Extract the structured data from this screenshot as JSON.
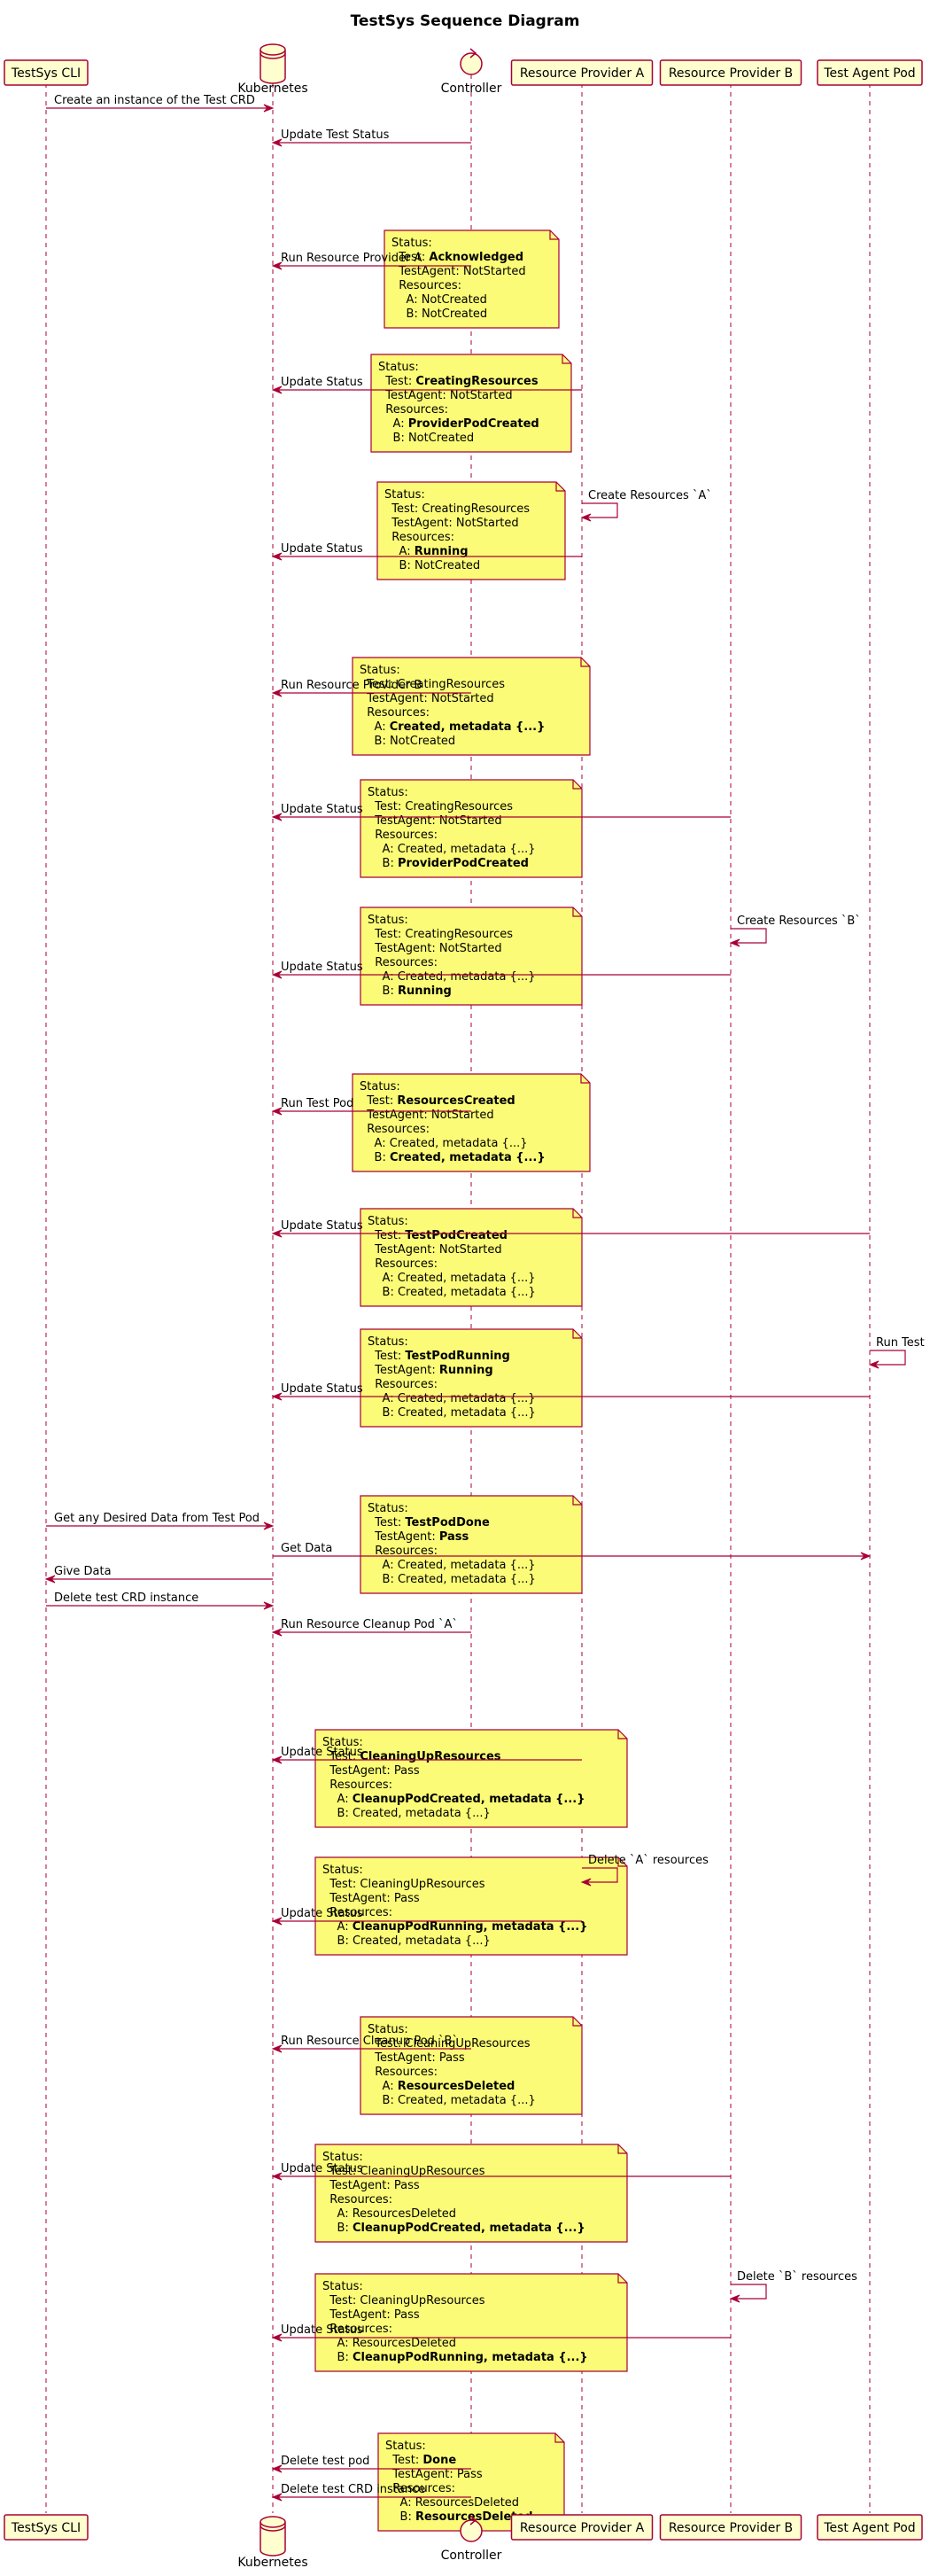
{
  "title": "TestSys Sequence Diagram",
  "colors": {
    "line": "#A80036",
    "box_fill": "#FEFECE",
    "note_fill": "#FBFB77",
    "text": "#000000"
  },
  "participants": [
    {
      "id": "cli",
      "label": "TestSys CLI",
      "kind": "box"
    },
    {
      "id": "k8s",
      "label": "Kubernetes",
      "kind": "database"
    },
    {
      "id": "ctrl",
      "label": "Controller",
      "kind": "control"
    },
    {
      "id": "rpa",
      "label": "Resource Provider A",
      "kind": "box"
    },
    {
      "id": "rpb",
      "label": "Resource Provider B",
      "kind": "box"
    },
    {
      "id": "tap",
      "label": "Test Agent Pod",
      "kind": "box"
    }
  ],
  "steps": [
    {
      "type": "msg",
      "from": "cli",
      "to": "k8s",
      "label": "Create an instance of the Test CRD"
    },
    {
      "type": "msg",
      "from": "ctrl",
      "to": "k8s",
      "label": "Update Test Status"
    },
    {
      "type": "note",
      "over": "ctrl",
      "lines": [
        [
          [
            "Status:",
            false
          ]
        ],
        [
          [
            "  Test: ",
            false
          ],
          [
            "Acknowledged",
            true
          ]
        ],
        [
          [
            "  TestAgent: NotStarted",
            false
          ]
        ],
        [
          [
            "  Resources:",
            false
          ]
        ],
        [
          [
            "    A: NotCreated",
            false
          ]
        ],
        [
          [
            "    B: NotCreated",
            false
          ]
        ]
      ]
    },
    {
      "type": "msg",
      "from": "ctrl",
      "to": "k8s",
      "label": "Run Resource Provider A"
    },
    {
      "type": "note",
      "over": "ctrl",
      "lines": [
        [
          [
            "Status:",
            false
          ]
        ],
        [
          [
            "  Test: ",
            false
          ],
          [
            "CreatingResources",
            true
          ]
        ],
        [
          [
            "  TestAgent: NotStarted",
            false
          ]
        ],
        [
          [
            "  Resources:",
            false
          ]
        ],
        [
          [
            "    A: ",
            false
          ],
          [
            "ProviderPodCreated",
            true
          ]
        ],
        [
          [
            "    B: NotCreated",
            false
          ]
        ]
      ]
    },
    {
      "type": "msg",
      "from": "rpa",
      "to": "k8s",
      "label": "Update Status"
    },
    {
      "type": "note",
      "over": "ctrl",
      "lines": [
        [
          [
            "Status:",
            false
          ]
        ],
        [
          [
            "  Test: CreatingResources",
            false
          ]
        ],
        [
          [
            "  TestAgent: NotStarted",
            false
          ]
        ],
        [
          [
            "  Resources:",
            false
          ]
        ],
        [
          [
            "    A: ",
            false
          ],
          [
            "Running",
            true
          ]
        ],
        [
          [
            "    B: NotCreated",
            false
          ]
        ]
      ]
    },
    {
      "type": "self",
      "at": "rpa",
      "label": "Create Resources `A`"
    },
    {
      "type": "msg",
      "from": "rpa",
      "to": "k8s",
      "label": "Update Status"
    },
    {
      "type": "note",
      "over": "ctrl",
      "lines": [
        [
          [
            "Status:",
            false
          ]
        ],
        [
          [
            "  Test: CreatingResources",
            false
          ]
        ],
        [
          [
            "  TestAgent: NotStarted",
            false
          ]
        ],
        [
          [
            "  Resources:",
            false
          ]
        ],
        [
          [
            "    A: ",
            false
          ],
          [
            "Created, metadata {...}",
            true
          ]
        ],
        [
          [
            "    B: NotCreated",
            false
          ]
        ]
      ]
    },
    {
      "type": "msg",
      "from": "ctrl",
      "to": "k8s",
      "label": "Run Resource Provider B"
    },
    {
      "type": "note",
      "over": "ctrl",
      "lines": [
        [
          [
            "Status:",
            false
          ]
        ],
        [
          [
            "  Test: CreatingResources",
            false
          ]
        ],
        [
          [
            "  TestAgent: NotStarted",
            false
          ]
        ],
        [
          [
            "  Resources:",
            false
          ]
        ],
        [
          [
            "    A: Created, metadata {...}",
            false
          ]
        ],
        [
          [
            "    B: ",
            false
          ],
          [
            "ProviderPodCreated",
            true
          ]
        ]
      ]
    },
    {
      "type": "msg",
      "from": "rpb",
      "to": "k8s",
      "label": "Update Status"
    },
    {
      "type": "note",
      "over": "ctrl",
      "lines": [
        [
          [
            "Status:",
            false
          ]
        ],
        [
          [
            "  Test: CreatingResources",
            false
          ]
        ],
        [
          [
            "  TestAgent: NotStarted",
            false
          ]
        ],
        [
          [
            "  Resources:",
            false
          ]
        ],
        [
          [
            "    A: Created, metadata {...}",
            false
          ]
        ],
        [
          [
            "    B: ",
            false
          ],
          [
            "Running",
            true
          ]
        ]
      ]
    },
    {
      "type": "self",
      "at": "rpb",
      "label": "Create Resources `B`"
    },
    {
      "type": "msg",
      "from": "rpb",
      "to": "k8s",
      "label": "Update Status"
    },
    {
      "type": "note",
      "over": "ctrl",
      "lines": [
        [
          [
            "Status:",
            false
          ]
        ],
        [
          [
            "  Test: ",
            false
          ],
          [
            "ResourcesCreated",
            true
          ]
        ],
        [
          [
            "  TestAgent: NotStarted",
            false
          ]
        ],
        [
          [
            "  Resources:",
            false
          ]
        ],
        [
          [
            "    A: Created, metadata {...}",
            false
          ]
        ],
        [
          [
            "    B: ",
            false
          ],
          [
            "Created, metadata {...}",
            true
          ]
        ]
      ]
    },
    {
      "type": "msg",
      "from": "ctrl",
      "to": "k8s",
      "label": "Run Test Pod"
    },
    {
      "type": "note",
      "over": "ctrl",
      "lines": [
        [
          [
            "Status:",
            false
          ]
        ],
        [
          [
            "  Test: ",
            false
          ],
          [
            "TestPodCreated",
            true
          ]
        ],
        [
          [
            "  TestAgent: NotStarted",
            false
          ]
        ],
        [
          [
            "  Resources:",
            false
          ]
        ],
        [
          [
            "    A: Created, metadata {...}",
            false
          ]
        ],
        [
          [
            "    B: Created, metadata {...}",
            false
          ]
        ]
      ]
    },
    {
      "type": "msg",
      "from": "tap",
      "to": "k8s",
      "label": "Update Status"
    },
    {
      "type": "note",
      "over": "ctrl",
      "lines": [
        [
          [
            "Status:",
            false
          ]
        ],
        [
          [
            "  Test: ",
            false
          ],
          [
            "TestPodRunning",
            true
          ]
        ],
        [
          [
            "  TestAgent: ",
            false
          ],
          [
            "Running",
            true
          ]
        ],
        [
          [
            "  Resources:",
            false
          ]
        ],
        [
          [
            "    A: Created, metadata {...}",
            false
          ]
        ],
        [
          [
            "    B: Created, metadata {...}",
            false
          ]
        ]
      ]
    },
    {
      "type": "self",
      "at": "tap",
      "label": "Run Test"
    },
    {
      "type": "msg",
      "from": "tap",
      "to": "k8s",
      "label": "Update Status"
    },
    {
      "type": "note",
      "over": "ctrl",
      "lines": [
        [
          [
            "Status:",
            false
          ]
        ],
        [
          [
            "  Test: ",
            false
          ],
          [
            "TestPodDone",
            true
          ]
        ],
        [
          [
            "  TestAgent: ",
            false
          ],
          [
            "Pass",
            true
          ]
        ],
        [
          [
            "  Resources:",
            false
          ]
        ],
        [
          [
            "    A: Created, metadata {...}",
            false
          ]
        ],
        [
          [
            "    B: Created, metadata {...}",
            false
          ]
        ]
      ]
    },
    {
      "type": "msg",
      "from": "cli",
      "to": "k8s",
      "label": "Get any Desired Data from Test Pod"
    },
    {
      "type": "msg",
      "from": "k8s",
      "to": "tap",
      "label": "Get Data"
    },
    {
      "type": "msg",
      "from": "k8s",
      "to": "cli",
      "label": "Give Data"
    },
    {
      "type": "msg",
      "from": "cli",
      "to": "k8s",
      "label": "Delete test CRD instance"
    },
    {
      "type": "msg",
      "from": "ctrl",
      "to": "k8s",
      "label": "Run Resource Cleanup Pod `A`"
    },
    {
      "type": "note",
      "over": "ctrl",
      "lines": [
        [
          [
            "Status:",
            false
          ]
        ],
        [
          [
            "  Test: ",
            false
          ],
          [
            "CleaningUpResources",
            true
          ]
        ],
        [
          [
            "  TestAgent: Pass",
            false
          ]
        ],
        [
          [
            "  Resources:",
            false
          ]
        ],
        [
          [
            "    A: ",
            false
          ],
          [
            "CleanupPodCreated, metadata {...}",
            true
          ]
        ],
        [
          [
            "    B: Created, metadata {...}",
            false
          ]
        ]
      ]
    },
    {
      "type": "msg",
      "from": "rpa",
      "to": "k8s",
      "label": "Update Status"
    },
    {
      "type": "note",
      "over": "ctrl",
      "lines": [
        [
          [
            "Status:",
            false
          ]
        ],
        [
          [
            "  Test: CleaningUpResources",
            false
          ]
        ],
        [
          [
            "  TestAgent: Pass",
            false
          ]
        ],
        [
          [
            "  Resources:",
            false
          ]
        ],
        [
          [
            "    A: ",
            false
          ],
          [
            "CleanupPodRunning, metadata {...}",
            true
          ]
        ],
        [
          [
            "    B: Created, metadata {...}",
            false
          ]
        ]
      ]
    },
    {
      "type": "self",
      "at": "rpa",
      "label": "Delete `A` resources"
    },
    {
      "type": "msg",
      "from": "rpa",
      "to": "k8s",
      "label": "Update Status"
    },
    {
      "type": "note",
      "over": "ctrl",
      "lines": [
        [
          [
            "Status:",
            false
          ]
        ],
        [
          [
            "  Test: CleaningUpResources",
            false
          ]
        ],
        [
          [
            "  TestAgent: Pass",
            false
          ]
        ],
        [
          [
            "  Resources:",
            false
          ]
        ],
        [
          [
            "    A: ",
            false
          ],
          [
            "ResourcesDeleted",
            true
          ]
        ],
        [
          [
            "    B: Created, metadata {...}",
            false
          ]
        ]
      ]
    },
    {
      "type": "msg",
      "from": "ctrl",
      "to": "k8s",
      "label": "Run Resource Cleanup Pod `B`"
    },
    {
      "type": "note",
      "over": "ctrl",
      "lines": [
        [
          [
            "Status:",
            false
          ]
        ],
        [
          [
            "  Test: CleaningUpResources",
            false
          ]
        ],
        [
          [
            "  TestAgent: Pass",
            false
          ]
        ],
        [
          [
            "  Resources:",
            false
          ]
        ],
        [
          [
            "    A: ResourcesDeleted",
            false
          ]
        ],
        [
          [
            "    B: ",
            false
          ],
          [
            "CleanupPodCreated, metadata {...}",
            true
          ]
        ]
      ]
    },
    {
      "type": "msg",
      "from": "rpb",
      "to": "k8s",
      "label": "Update Status"
    },
    {
      "type": "note",
      "over": "ctrl",
      "lines": [
        [
          [
            "Status:",
            false
          ]
        ],
        [
          [
            "  Test: CleaningUpResources",
            false
          ]
        ],
        [
          [
            "  TestAgent: Pass",
            false
          ]
        ],
        [
          [
            "  Resources:",
            false
          ]
        ],
        [
          [
            "    A: ResourcesDeleted",
            false
          ]
        ],
        [
          [
            "    B: ",
            false
          ],
          [
            "CleanupPodRunning, metadata {...}",
            true
          ]
        ]
      ]
    },
    {
      "type": "self",
      "at": "rpb",
      "label": "Delete `B` resources"
    },
    {
      "type": "msg",
      "from": "rpb",
      "to": "k8s",
      "label": "Update Status"
    },
    {
      "type": "note",
      "over": "ctrl",
      "lines": [
        [
          [
            "Status:",
            false
          ]
        ],
        [
          [
            "  Test: ",
            false
          ],
          [
            "Done",
            true
          ]
        ],
        [
          [
            "  TestAgent: Pass",
            false
          ]
        ],
        [
          [
            "  Resources:",
            false
          ]
        ],
        [
          [
            "    A: ResourcesDeleted",
            false
          ]
        ],
        [
          [
            "    B: ",
            false
          ],
          [
            "ResourcesDeleted",
            true
          ]
        ]
      ]
    },
    {
      "type": "msg",
      "from": "ctrl",
      "to": "k8s",
      "label": "Delete test pod"
    },
    {
      "type": "msg",
      "from": "ctrl",
      "to": "k8s",
      "label": "Delete test CRD instance"
    }
  ]
}
